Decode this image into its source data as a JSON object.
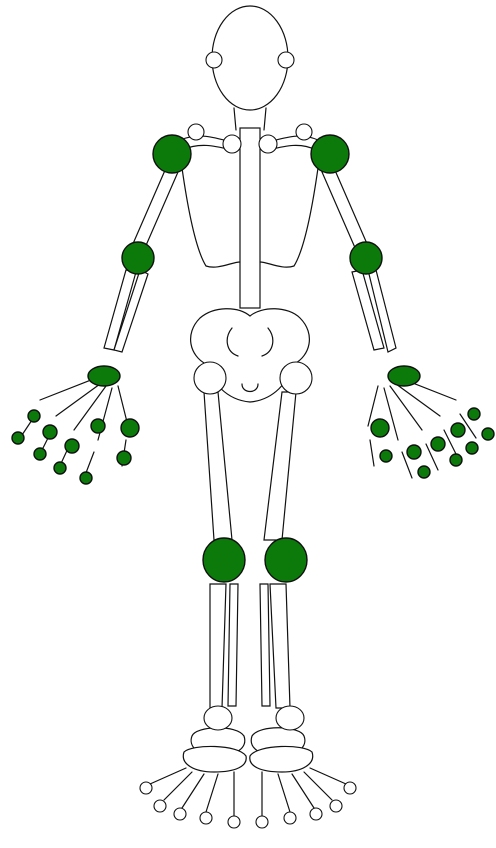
{
  "diagram": {
    "colors": {
      "affected": "#0b7a0b",
      "unaffected": "#ffffff",
      "outline": "#111111",
      "background": "#ffffff"
    },
    "joints": [
      {
        "id": "head-left-ear",
        "state": "unaffected"
      },
      {
        "id": "head-right-ear",
        "state": "unaffected"
      },
      {
        "id": "sternoclavicular-left",
        "state": "unaffected"
      },
      {
        "id": "sternoclavicular-right",
        "state": "unaffected"
      },
      {
        "id": "acromioclavicular-left",
        "state": "unaffected"
      },
      {
        "id": "acromioclavicular-right",
        "state": "unaffected"
      },
      {
        "id": "shoulder-left",
        "state": "affected"
      },
      {
        "id": "shoulder-right",
        "state": "affected"
      },
      {
        "id": "elbow-left",
        "state": "affected"
      },
      {
        "id": "elbow-right",
        "state": "affected"
      },
      {
        "id": "wrist-left",
        "state": "affected"
      },
      {
        "id": "wrist-right",
        "state": "affected"
      },
      {
        "id": "left-hand-fingers",
        "state": "affected"
      },
      {
        "id": "right-hand-fingers",
        "state": "affected"
      },
      {
        "id": "hip-left",
        "state": "unaffected"
      },
      {
        "id": "hip-right",
        "state": "unaffected"
      },
      {
        "id": "knee-left",
        "state": "affected"
      },
      {
        "id": "knee-right",
        "state": "affected"
      },
      {
        "id": "ankle-left",
        "state": "unaffected"
      },
      {
        "id": "ankle-right",
        "state": "unaffected"
      },
      {
        "id": "toes-left",
        "state": "unaffected"
      },
      {
        "id": "toes-right",
        "state": "unaffected"
      }
    ]
  }
}
